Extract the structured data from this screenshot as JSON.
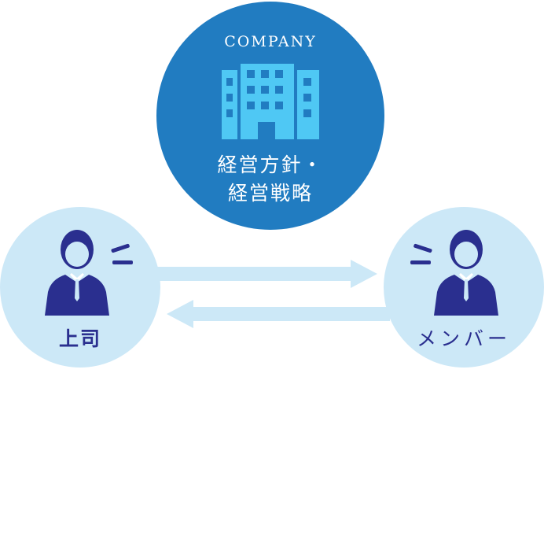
{
  "company": {
    "label": "COMPANY",
    "policy_line1": "経営方針・",
    "policy_line2": "経営戦略",
    "icon": "building-icon"
  },
  "boss": {
    "label": "上司",
    "icon": "businessman-icon"
  },
  "member": {
    "label": "メンバー",
    "icon": "businessman-icon"
  },
  "arrows": [
    {
      "from": "boss",
      "to": "member",
      "icon": "arrow-right-icon"
    },
    {
      "from": "member",
      "to": "boss",
      "icon": "arrow-left-icon"
    }
  ],
  "colors": {
    "company_circle": "#217cc1",
    "building": "#4fc8f4",
    "person_circle": "#cce8f7",
    "person": "#2a2f8f",
    "arrow": "#cce8f7"
  }
}
